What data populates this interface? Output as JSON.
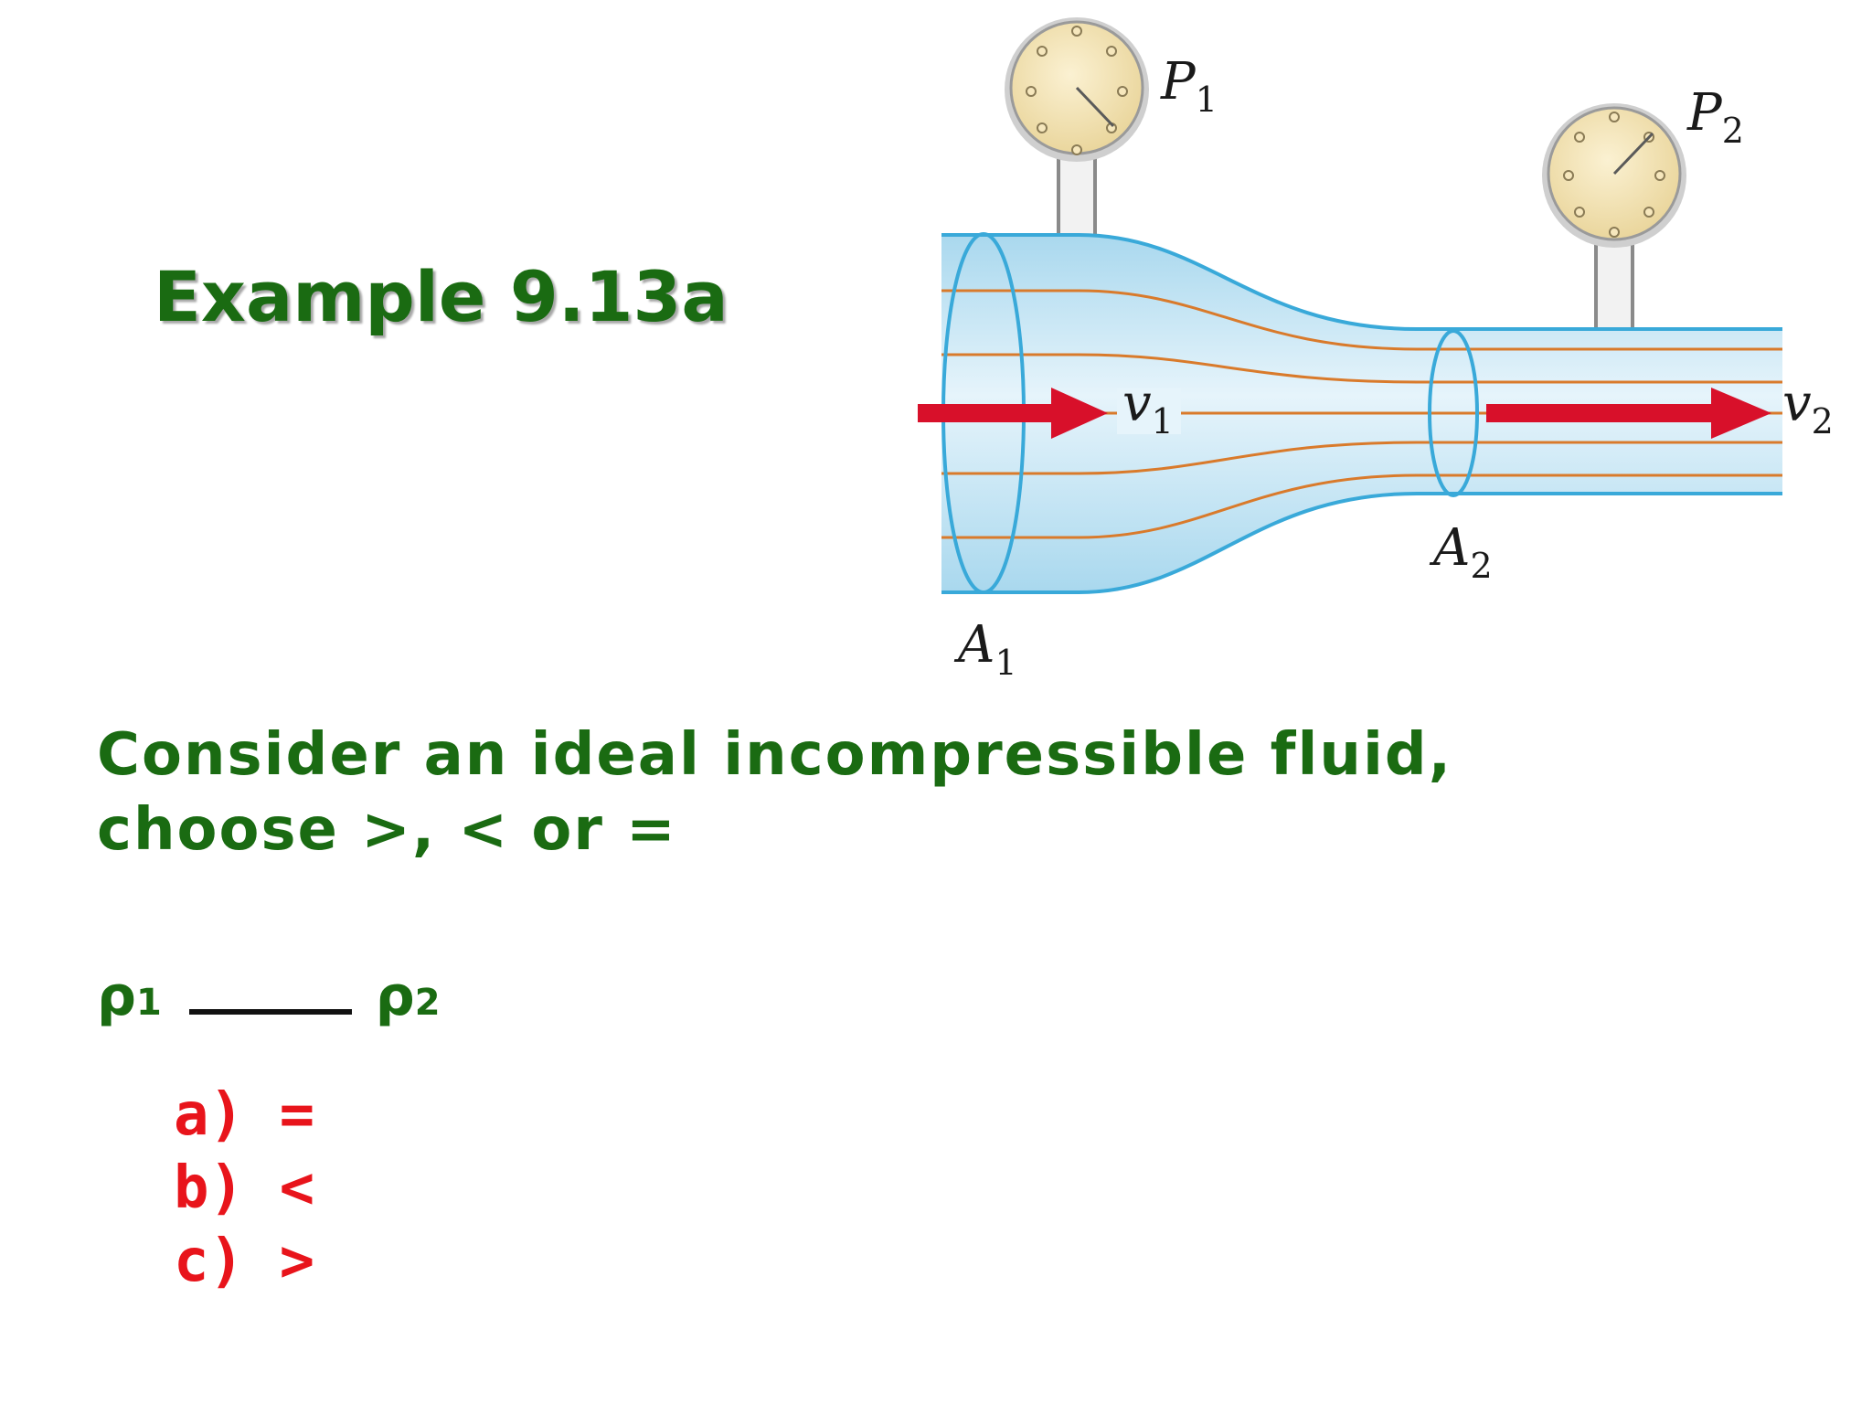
{
  "title": "Example 9.13a",
  "question": {
    "line1": "Consider an ideal incompressible fluid,",
    "line2": "choose >, < or ="
  },
  "comparison": {
    "left_symbol": "ρ",
    "left_subscript": "1",
    "right_symbol": "ρ",
    "right_subscript": "2"
  },
  "options": [
    {
      "letter": "a)",
      "value": "="
    },
    {
      "letter": "b)",
      "value": "<"
    },
    {
      "letter": "c)",
      "value": ">"
    }
  ],
  "figure": {
    "labels": {
      "p1": {
        "main": "P",
        "sub": "1"
      },
      "p2": {
        "main": "P",
        "sub": "2"
      },
      "v1": {
        "main": "v",
        "sub": "1"
      },
      "v2": {
        "main": "v",
        "sub": "2"
      },
      "a1": {
        "main": "A",
        "sub": "1"
      },
      "a2": {
        "main": "A",
        "sub": "2"
      }
    }
  },
  "colors": {
    "title": "#1a6b12",
    "question": "#1a6b12",
    "options": "#e8141b",
    "arrow": "#d8102a",
    "streamline": "#d97a2b",
    "pipe_outline": "#39a9d9",
    "pipe_fill": "#cfe9f5",
    "gauge_face": "#f6e7bd"
  }
}
